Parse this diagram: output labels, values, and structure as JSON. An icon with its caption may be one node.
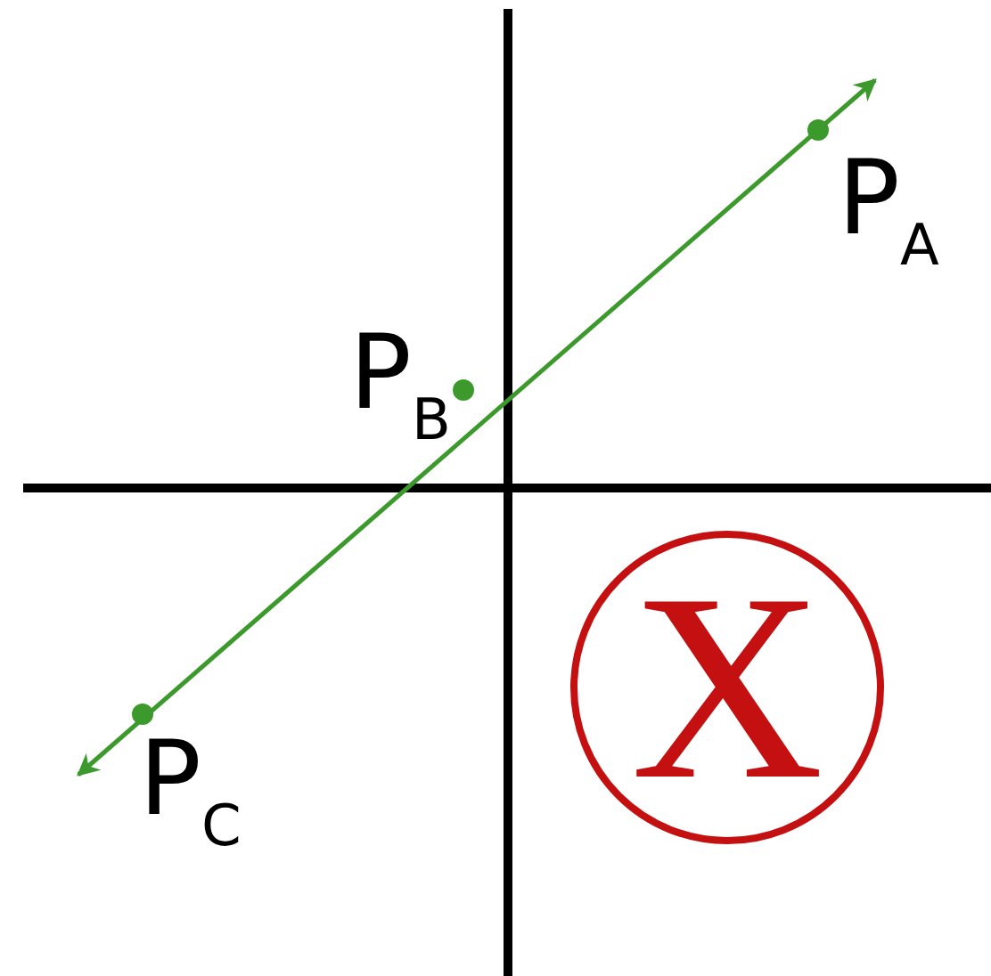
{
  "diagram": {
    "labels": [
      "P$_{A}$",
      "P$_{B}$",
      "P$_{C}$",
      "X"
    ]
  }
}
